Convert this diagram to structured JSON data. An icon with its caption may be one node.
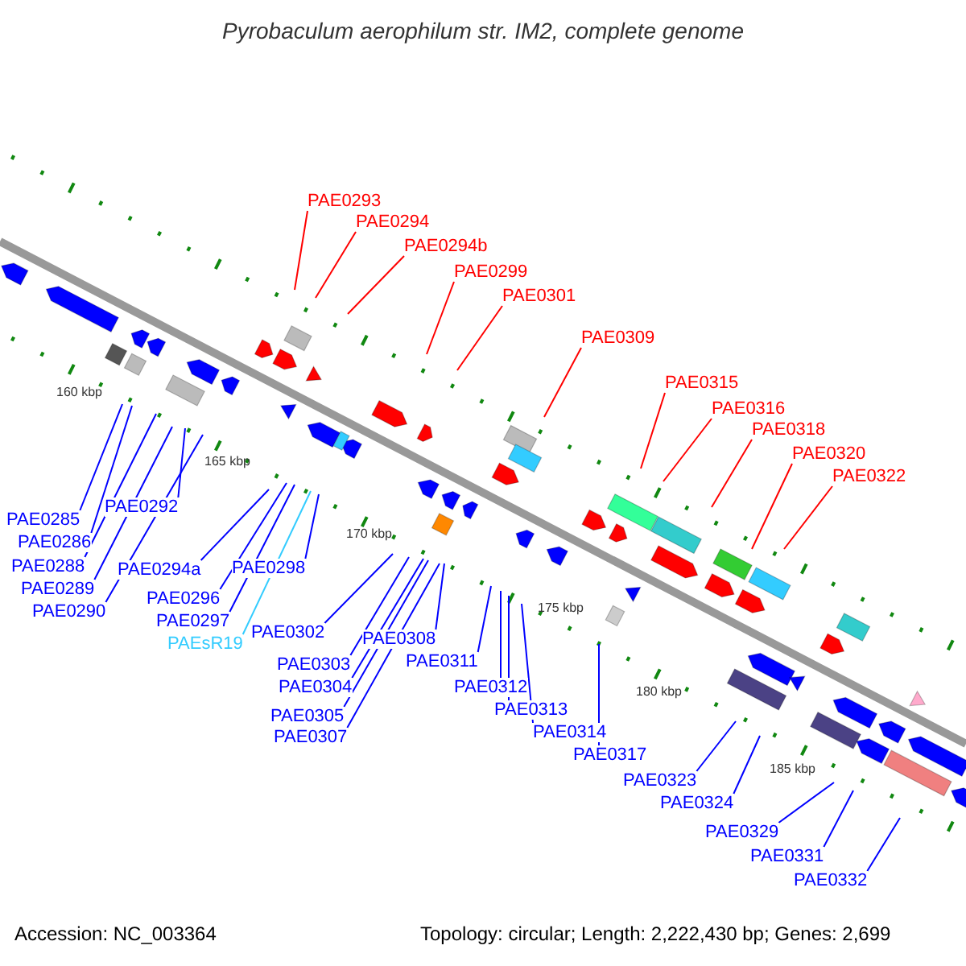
{
  "diagram": {
    "title": "Pyrobaculum aerophilum str. IM2, complete genome",
    "nodes": [
      {
        "text": [
          "PAE0293"
        ]
      },
      {
        "text": [
          "PAE0294"
        ]
      },
      {
        "text": [
          "PAE0294b"
        ]
      },
      {
        "text": [
          "PAE0299"
        ]
      },
      {
        "text": [
          "PAE0301"
        ]
      },
      {
        "text": [
          "PAE0309"
        ]
      },
      {
        "text": [
          "PAE0315"
        ]
      },
      {
        "text": [
          "PAE0316"
        ]
      },
      {
        "text": [
          "PAE0318"
        ]
      },
      {
        "text": [
          "PAE0320"
        ]
      },
      {
        "text": [
          "PAE0322"
        ]
      },
      {
        "text": [
          "PAE0285"
        ]
      },
      {
        "text": [
          "PAE0286"
        ]
      },
      {
        "text": [
          "PAE0288"
        ]
      },
      {
        "text": [
          "PAE0289"
        ]
      },
      {
        "text": [
          "PAE0290"
        ]
      },
      {
        "text": [
          "PAE0292"
        ]
      },
      {
        "text": [
          "PAE0294a"
        ]
      },
      {
        "text": [
          "PAE0296"
        ]
      },
      {
        "text": [
          "PAE0297"
        ]
      },
      {
        "text": [
          "PAEsR19"
        ]
      },
      {
        "text": [
          "PAE0298"
        ]
      },
      {
        "text": [
          "PAE0302"
        ]
      },
      {
        "text": [
          "PAE0303"
        ]
      },
      {
        "text": [
          "PAE0304"
        ]
      },
      {
        "text": [
          "PAE0305"
        ]
      },
      {
        "text": [
          "PAE0307"
        ]
      },
      {
        "text": [
          "PAE0308"
        ]
      },
      {
        "text": [
          "PAE0311"
        ]
      },
      {
        "text": [
          "PAE0312"
        ]
      },
      {
        "text": [
          "PAE0313"
        ]
      },
      {
        "text": [
          "PAE0314"
        ]
      },
      {
        "text": [
          "PAE0317"
        ]
      },
      {
        "text": [
          "PAE0323"
        ]
      },
      {
        "text": [
          "PAE0324"
        ]
      },
      {
        "text": [
          "PAE0329"
        ]
      },
      {
        "text": [
          "PAE0331"
        ]
      },
      {
        "text": [
          "PAE0332"
        ]
      }
    ],
    "edges": [
      {
        "from": 0,
        "to": null,
        "arrow": "none",
        "color": "#ff0000"
      },
      {
        "from": 1,
        "to": null,
        "arrow": "none",
        "color": "#ff0000"
      },
      {
        "from": 2,
        "to": null,
        "arrow": "none",
        "color": "#ff0000"
      },
      {
        "from": 3,
        "to": null,
        "arrow": "none",
        "color": "#ff0000"
      },
      {
        "from": 4,
        "to": null,
        "arrow": "none",
        "color": "#ff0000"
      },
      {
        "from": 5,
        "to": null,
        "arrow": "none",
        "color": "#ff0000"
      },
      {
        "from": 6,
        "to": null,
        "arrow": "none",
        "color": "#ff0000"
      },
      {
        "from": 7,
        "to": null,
        "arrow": "none",
        "color": "#ff0000"
      },
      {
        "from": 8,
        "to": null,
        "arrow": "none",
        "color": "#ff0000"
      },
      {
        "from": 9,
        "to": null,
        "arrow": "none",
        "color": "#ff0000"
      },
      {
        "from": 10,
        "to": null,
        "arrow": "none",
        "color": "#ff0000"
      },
      {
        "from": 11,
        "to": null,
        "arrow": "none"
      },
      {
        "from": 12,
        "to": null,
        "arrow": "none"
      },
      {
        "from": 13,
        "to": null,
        "arrow": "none"
      },
      {
        "from": 14,
        "to": null,
        "arrow": "none"
      },
      {
        "from": 15,
        "to": null,
        "arrow": "none"
      },
      {
        "from": 16,
        "to": null,
        "arrow": "none"
      },
      {
        "from": 17,
        "to": null,
        "arrow": "none"
      },
      {
        "from": 18,
        "to": null,
        "arrow": "none"
      },
      {
        "from": 19,
        "to": null,
        "arrow": "none"
      },
      {
        "from": 20,
        "to": null,
        "arrow": "none",
        "color": "#33ccff"
      },
      {
        "from": 21,
        "to": null,
        "arrow": "none"
      },
      {
        "from": 22,
        "to": null,
        "arrow": "none"
      },
      {
        "from": 23,
        "to": null,
        "arrow": "none"
      },
      {
        "from": 24,
        "to": null,
        "arrow": "none"
      },
      {
        "from": 25,
        "to": null,
        "arrow": "none"
      },
      {
        "from": 26,
        "to": null,
        "arrow": "none"
      },
      {
        "from": 27,
        "to": null,
        "arrow": "none"
      },
      {
        "from": 28,
        "to": null,
        "arrow": "none"
      },
      {
        "from": 29,
        "to": null,
        "arrow": "none"
      },
      {
        "from": 30,
        "to": null,
        "arrow": "none"
      },
      {
        "from": 31,
        "to": null,
        "arrow": "none"
      },
      {
        "from": 32,
        "to": null,
        "arrow": "none"
      },
      {
        "from": 33,
        "to": null,
        "arrow": "none"
      },
      {
        "from": 34,
        "to": null,
        "arrow": "none"
      },
      {
        "from": 35,
        "to": null,
        "arrow": "none"
      },
      {
        "from": 36,
        "to": null,
        "arrow": "none"
      },
      {
        "from": 37,
        "to": null,
        "arrow": "none"
      }
    ],
    "labels": [
      "160 kbp",
      "165 kbp",
      "170 kbp",
      "175 kbp",
      "180 kbp",
      "185 kbp",
      "Accession: NC_003364",
      "Topology: circular; Length: 2,222,430 bp; Genes: 2,699"
    ]
  }
}
